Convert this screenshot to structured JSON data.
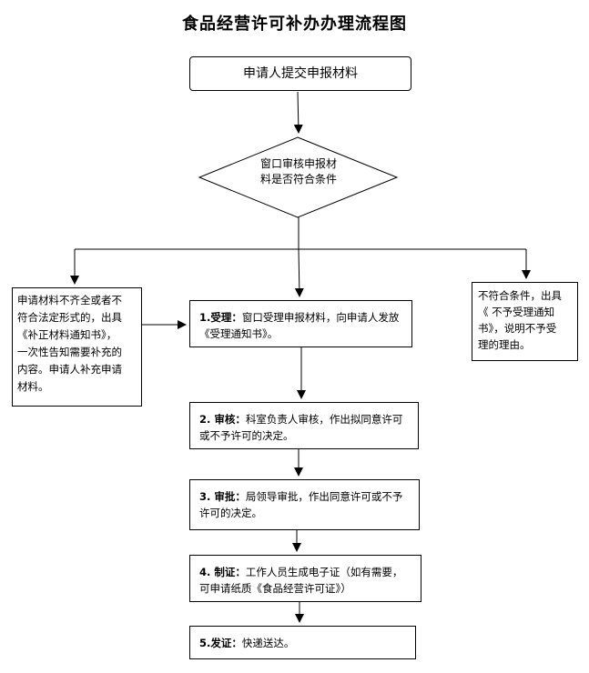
{
  "title": "食品经营许可补办办理流程图",
  "start_node": "申请人提交申报材料",
  "decision": {
    "line1": "窗口审核申报材",
    "line2": "料是否符合条件"
  },
  "left_branch": {
    "lines": [
      "申请材料不齐全或者不",
      "符合法定形式的，出具",
      "《补正材料通知书》，",
      "一次性告知需要补充的",
      "内容。申请人补充申请",
      "材料。"
    ]
  },
  "right_branch": {
    "lines": [
      "不符合条件，出具",
      "《 不予受理通知",
      "书》，说明不予受",
      "理的理由。"
    ]
  },
  "steps": [
    {
      "label": "1.受理：",
      "line1": "窗口受理申报材料，向申请人发放",
      "line2": "《受理通知书》。"
    },
    {
      "label": "2. 审核：",
      "line1": "科室负责人审核，作出拟同意许可",
      "line2": "或不予许可的决定。"
    },
    {
      "label": "3. 审批：",
      "line1": "局领导审批，作出同意许可或不予",
      "line2": "许可的决定。"
    },
    {
      "label": "4. 制证：",
      "line1": "工作人员生成电子证（如有需要，",
      "line2": "可申请纸质《食品经营许可证》）"
    },
    {
      "label": "5.发证：",
      "line1": "快递送达。",
      "line2": ""
    }
  ]
}
